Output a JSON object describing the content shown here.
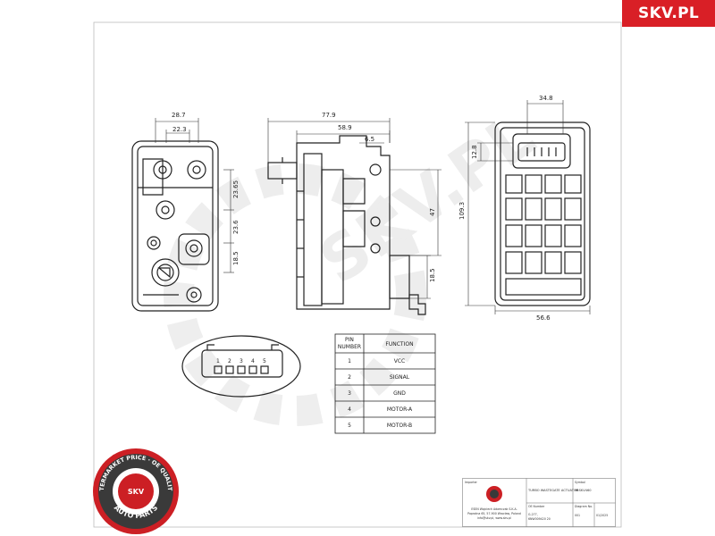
{
  "brand": {
    "logo_text": "SKV.PL",
    "color": "#d91f26"
  },
  "watermark": {
    "text": "SKV.PL"
  },
  "seal": {
    "outer_text": "AFTERMARKET PRICE · OE QUALITY ·",
    "bottom_text": "AUTO PARTS",
    "center_text": "SKV",
    "colors": {
      "ring": "#cc1f24",
      "dark": "#3a3a3a"
    }
  },
  "dimensions": {
    "front_width_outer": "28.7",
    "front_width_inner": "22.3",
    "front_h1": "23.65",
    "front_h2": "23.6",
    "front_h3": "18.5",
    "side_total": "77.9",
    "side_body": "58.9",
    "side_offset": "6.5",
    "side_height": "47",
    "side_lower": "18.5",
    "back_connector": "34.8",
    "back_top": "12.8",
    "back_height": "109.3",
    "back_width": "56.6"
  },
  "connector": {
    "pins": [
      "1",
      "2",
      "3",
      "4",
      "5"
    ]
  },
  "pin_table": {
    "header_pin": [
      "PIN",
      "NUMBER"
    ],
    "header_function": "FUNCTION",
    "rows": [
      {
        "pin": "1",
        "function": "VCC"
      },
      {
        "pin": "2",
        "function": "SIGNAL"
      },
      {
        "pin": "3",
        "function": "GND"
      },
      {
        "pin": "4",
        "function": "MOTOR-A"
      },
      {
        "pin": "5",
        "function": "MOTOR-B"
      }
    ]
  },
  "title_block": {
    "importer_label": "Importer",
    "importer_lines": [
      "ESEN Wojciech Adamczak S.K.A.",
      "Paprotna 65, 57-900 Wrocław, Poland",
      "info@skv.pl, www.skv.pl"
    ],
    "name": "TURBO WASTEGATE ACTUATOR",
    "symbol_label": "Symbol",
    "symbol": "95SKV460",
    "oe_label": "OE Number",
    "oe_lines": [
      "G-277,",
      "6NW009420 20"
    ],
    "diagram_label": "Diagram No.",
    "diagram": "001",
    "date": "01/2025"
  }
}
